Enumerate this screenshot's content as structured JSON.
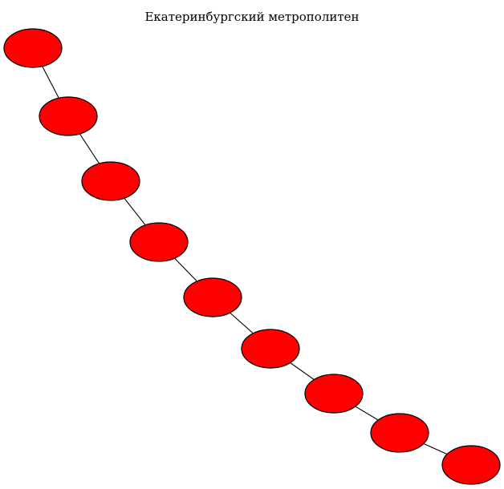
{
  "diagram": {
    "title": "Екатеринбургский метрополитен",
    "node_fill": "#ff0000",
    "node_stroke": "#000000",
    "edge_color": "#000000",
    "nodes": [
      {
        "id": "n1",
        "label": ""
      },
      {
        "id": "n2",
        "label": ""
      },
      {
        "id": "n3",
        "label": ""
      },
      {
        "id": "n4",
        "label": ""
      },
      {
        "id": "n5",
        "label": ""
      },
      {
        "id": "n6",
        "label": ""
      },
      {
        "id": "n7",
        "label": ""
      },
      {
        "id": "n8",
        "label": ""
      },
      {
        "id": "n9",
        "label": ""
      }
    ],
    "edges": [
      [
        "n1",
        "n2"
      ],
      [
        "n2",
        "n3"
      ],
      [
        "n3",
        "n4"
      ],
      [
        "n4",
        "n5"
      ],
      [
        "n5",
        "n6"
      ],
      [
        "n6",
        "n7"
      ],
      [
        "n7",
        "n8"
      ],
      [
        "n8",
        "n9"
      ]
    ]
  }
}
